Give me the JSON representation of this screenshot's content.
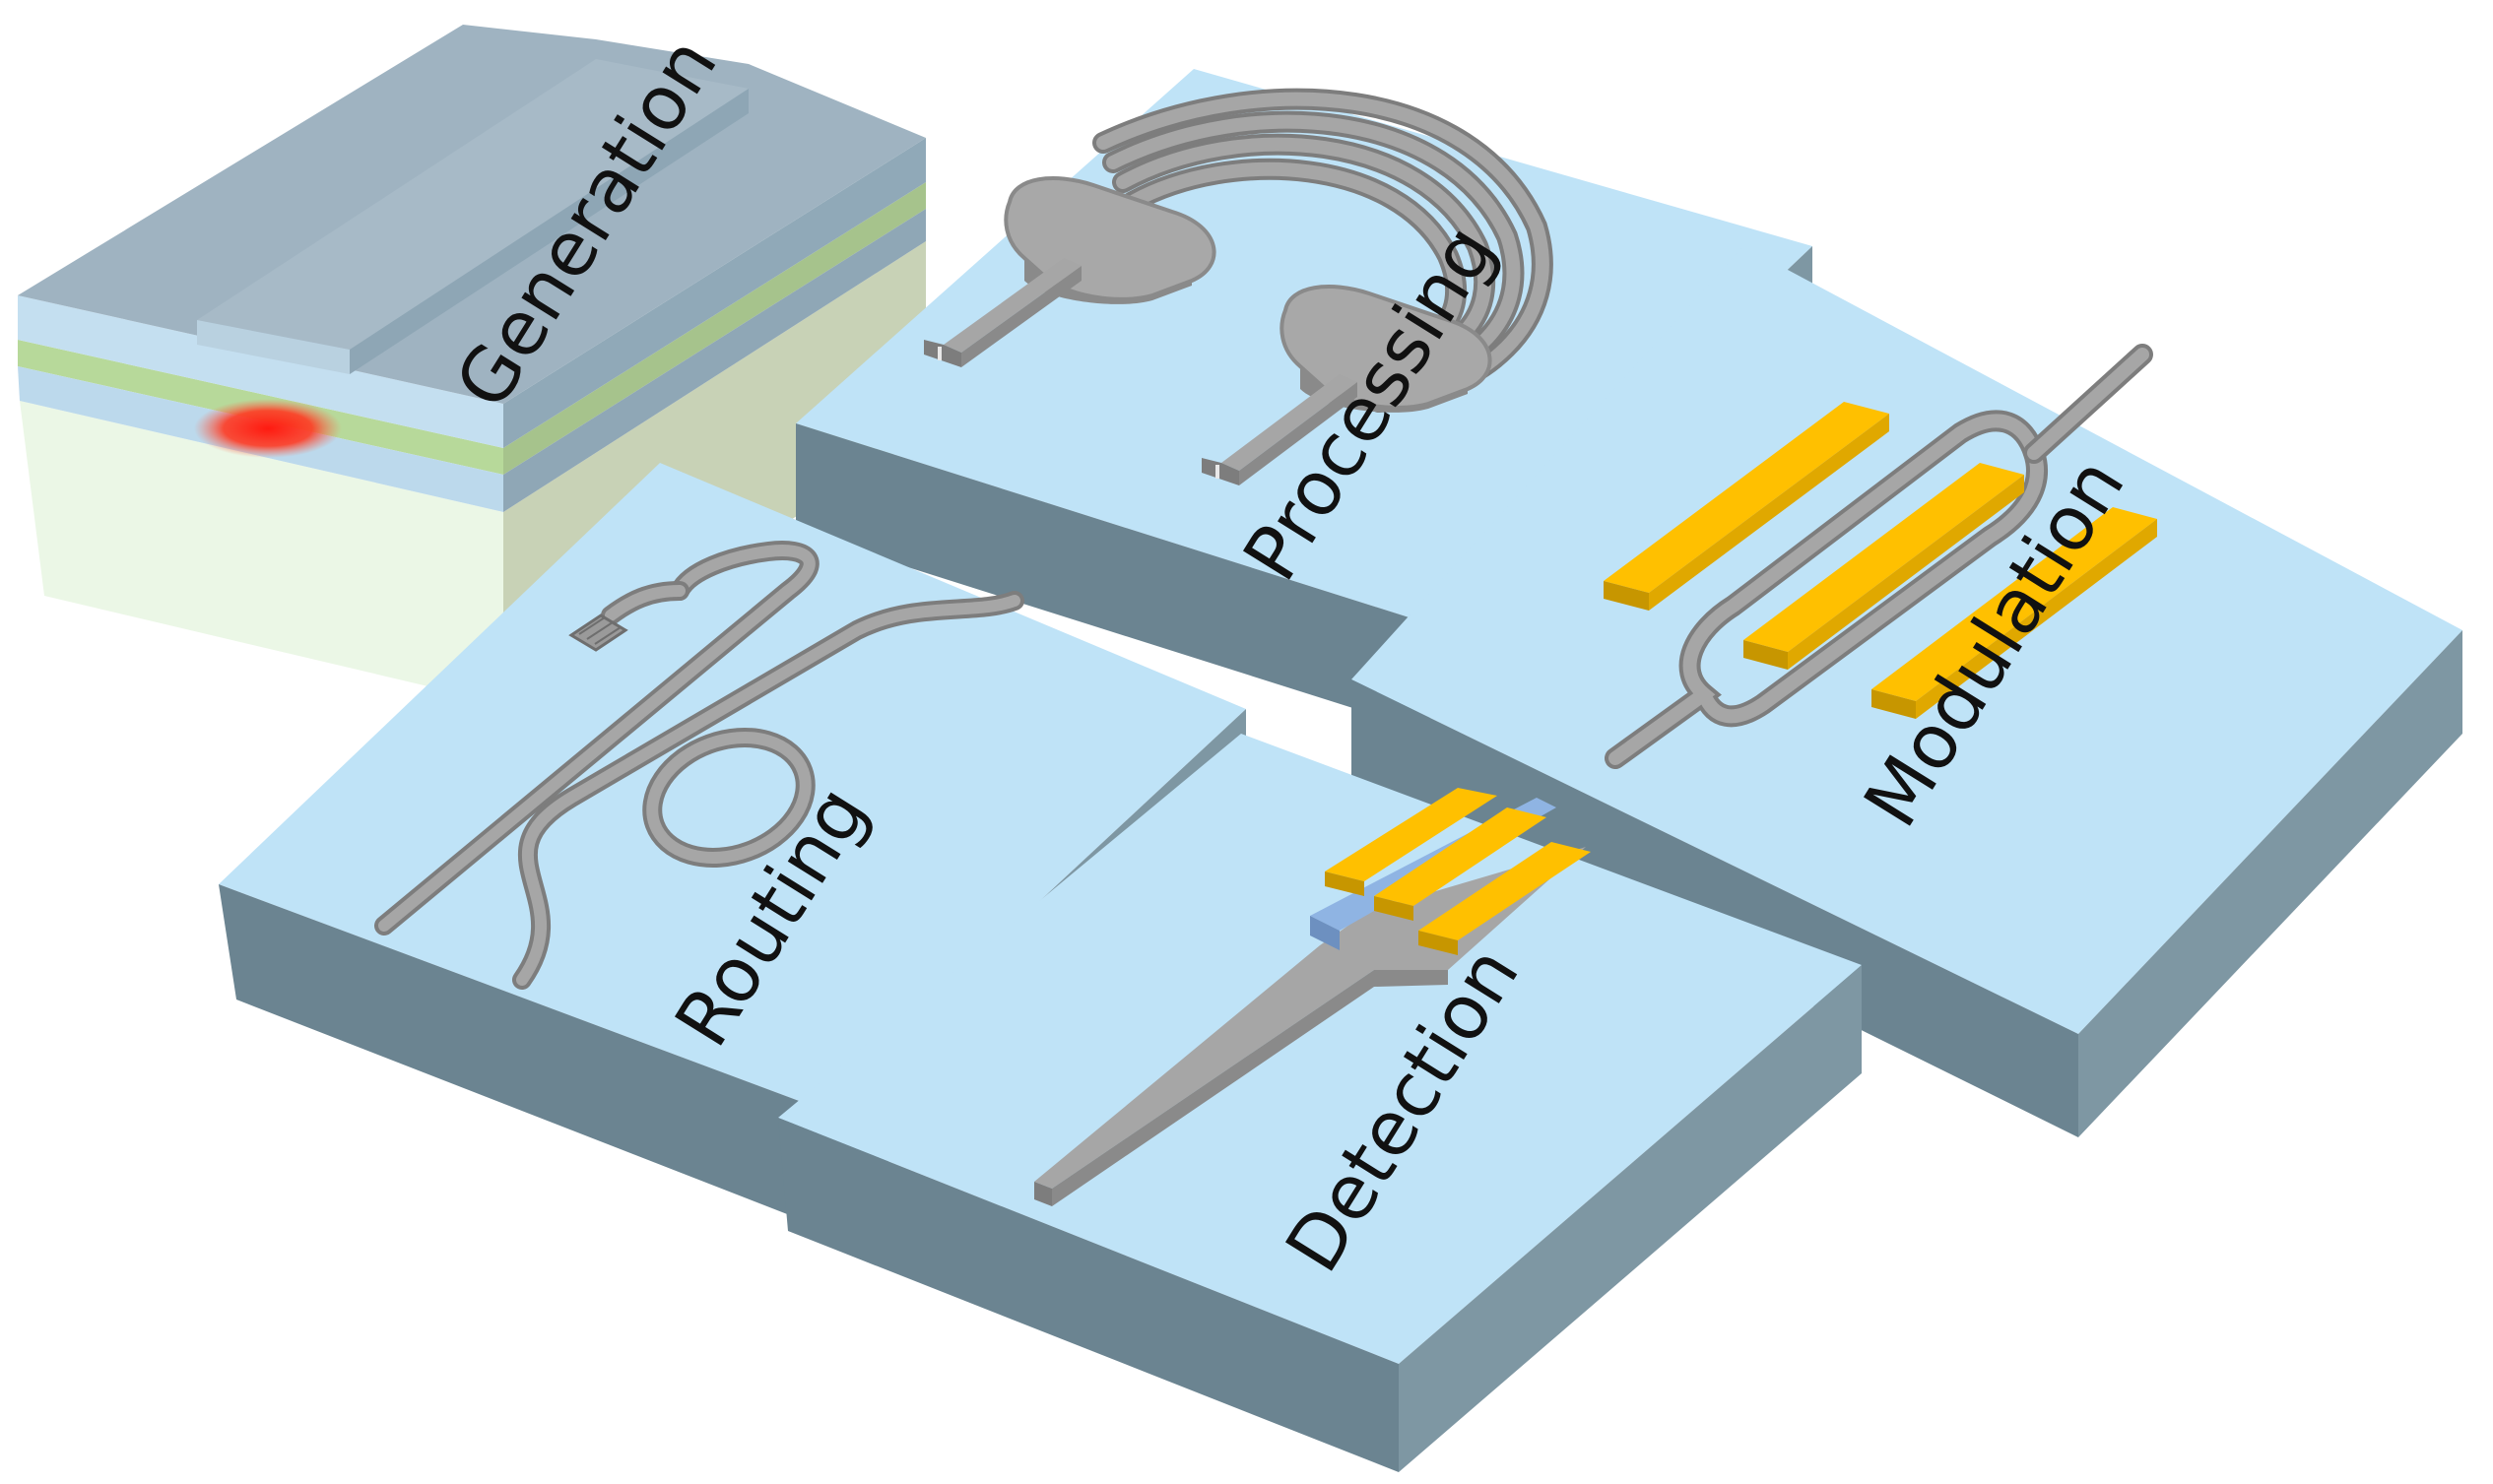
{
  "figure": {
    "blocks": [
      {
        "id": "generation",
        "label": "Generation"
      },
      {
        "id": "processing",
        "label": "Processing"
      },
      {
        "id": "modulation",
        "label": "Modulation"
      },
      {
        "id": "routing",
        "label": "Routing"
      },
      {
        "id": "detection",
        "label": "Detection"
      }
    ]
  },
  "colors": {
    "block_top": "#bfe3f7",
    "block_side_dark": "#6b8491",
    "block_side_mid": "#7e97a3",
    "waveguide": "#a6a6a6",
    "waveguide_edge": "#7d7d7d",
    "electrode": "#ffc000",
    "electrode_edge": "#c79600",
    "detector_pad": "#8fb4e3",
    "laser_spot": "#ff2a1a",
    "laser_top": "#9fb3c1",
    "laser_green": "#a9d18e",
    "laser_substrate": "#ebf7e6"
  }
}
